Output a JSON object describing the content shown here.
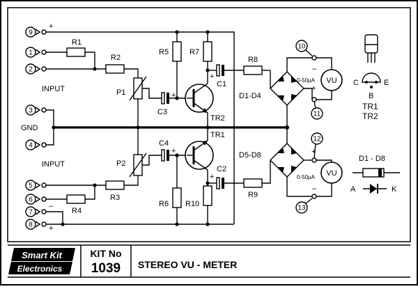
{
  "labels": {
    "input_top": "INPUT",
    "input_bottom": "INPUT",
    "gnd": "GND",
    "r1": "R1",
    "r2": "R2",
    "r3": "R3",
    "r4": "R4",
    "r5": "R5",
    "r6": "R6",
    "r7": "R7",
    "r8": "R8",
    "r9": "R9",
    "r10": "R10",
    "p1": "P1",
    "p2": "P2",
    "c1": "C1",
    "c2": "C2",
    "c3": "C3",
    "c4": "C4",
    "tr2": "TR2",
    "tr1": "TR1",
    "d1d4": "D1-D4",
    "d5d8": "D5-D8",
    "vu": "VU",
    "meter_range": "0-50μA",
    "pin_c": "C",
    "pin_b": "B",
    "pin_e": "E",
    "legend_tr1": "TR1",
    "legend_tr2": "TR2",
    "diode_title": "D1 - D8",
    "anode": "A",
    "cathode": "K",
    "plus": "+",
    "minus": "–"
  },
  "terminals": [
    "1",
    "2",
    "3",
    "4",
    "5",
    "6",
    "7",
    "8",
    "9"
  ],
  "meter_terminals": [
    "10",
    "11",
    "12",
    "13"
  ],
  "footer": {
    "brand_line1": "Smart Kit",
    "brand_line2": "Electronics",
    "kit_label": "KIT No",
    "kit_number": "1039",
    "title": "STEREO VU - METER"
  }
}
